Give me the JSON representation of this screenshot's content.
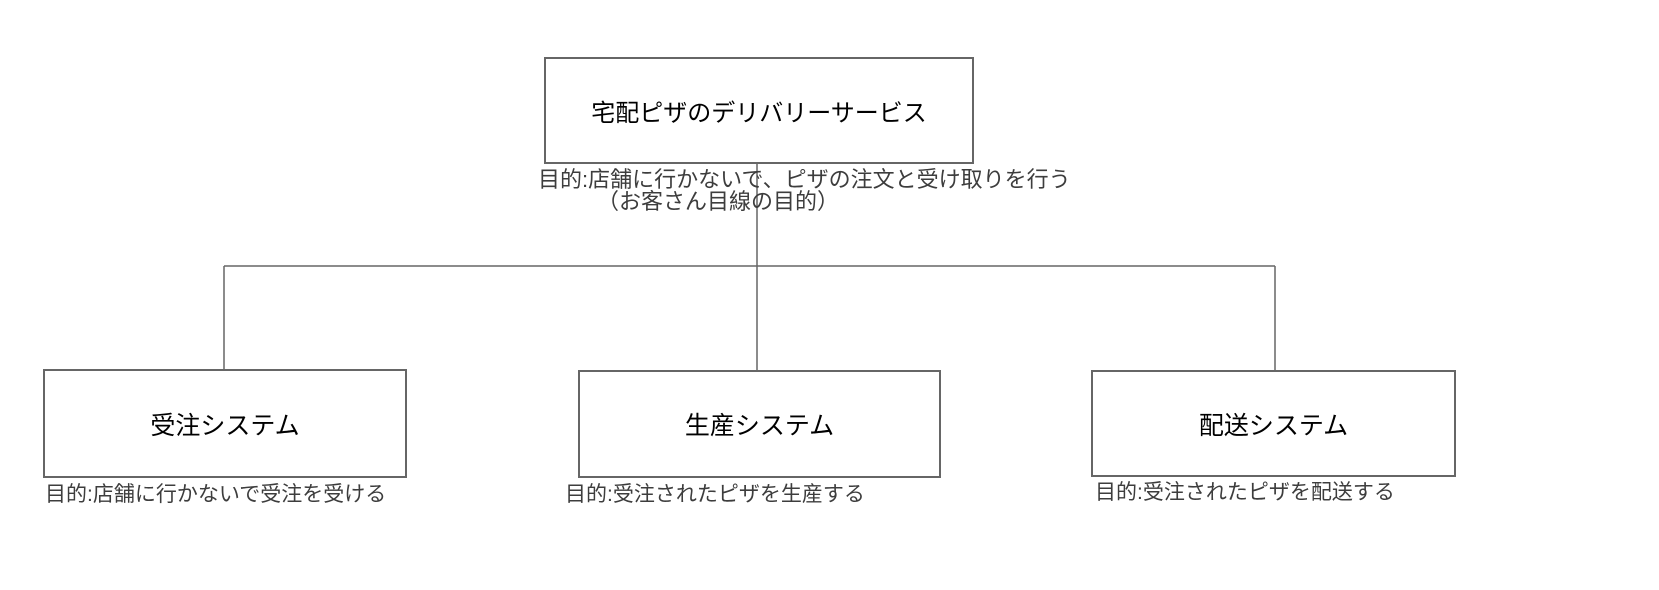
{
  "diagram": {
    "root": {
      "label": "宅配ピザのデリバリーサービス",
      "caption_line1": "目的:店舗に行かないで、ピザの注文と受け取りを行う",
      "caption_line2": "（お客さん目線の目的）"
    },
    "children": [
      {
        "label": "受注システム",
        "caption": "目的:店舗に行かないで受注を受ける"
      },
      {
        "label": "生産システム",
        "caption": "目的:受注されたピザを生産する"
      },
      {
        "label": "配送システム",
        "caption": "目的:受注されたピザを配送する"
      }
    ],
    "colors": {
      "border": "#666666",
      "connector": "#666666",
      "node_text": "#000000",
      "caption_text": "#3d3d3d",
      "background": "#ffffff"
    }
  }
}
